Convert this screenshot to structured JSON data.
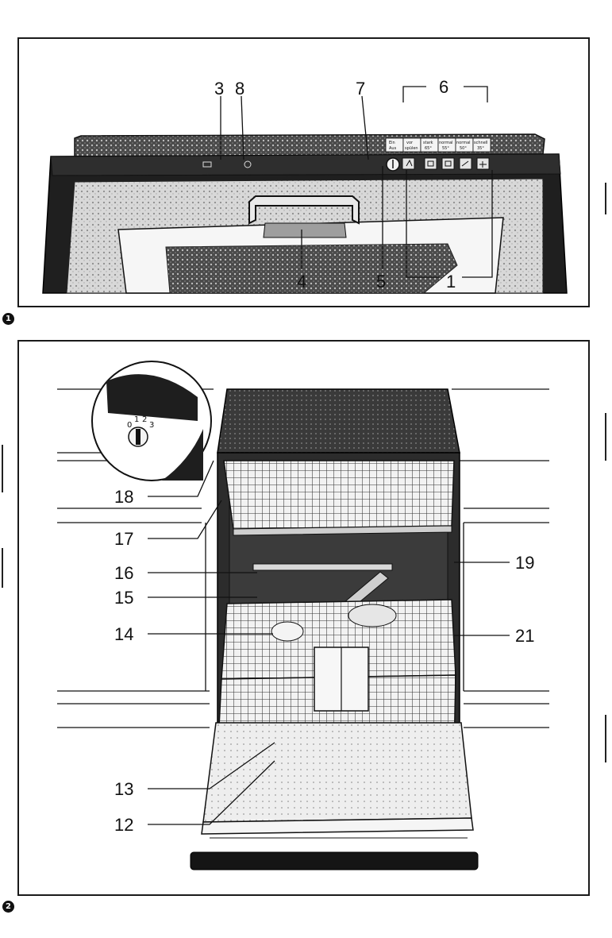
{
  "figure1": {
    "number": "1",
    "callouts": {
      "c3": "3",
      "c8": "8",
      "c7": "7",
      "c6": "6",
      "c4": "4",
      "c5": "5",
      "c1": "1"
    },
    "program_buttons": [
      {
        "line1": "Ein",
        "line2": "Aus"
      },
      {
        "line1": "vor",
        "line2": "spülen"
      },
      {
        "line1": "stark",
        "line2": "65°"
      },
      {
        "line1": "normal",
        "line2": "55°"
      },
      {
        "line1": "normal",
        "line2": "50°"
      },
      {
        "line1": "schnell",
        "line2": "35°"
      }
    ]
  },
  "figure2": {
    "number": "2",
    "callouts": {
      "c18": "18",
      "c17": "17",
      "c16": "16",
      "c15": "15",
      "c14": "14",
      "c13": "13",
      "c12": "12",
      "c19": "19",
      "c21": "21"
    },
    "dial_marks": [
      "0",
      "1",
      "2",
      "3"
    ]
  },
  "colors": {
    "ink": "#111111",
    "panel": "#2a2a2a",
    "light": "#e8e8e8"
  }
}
